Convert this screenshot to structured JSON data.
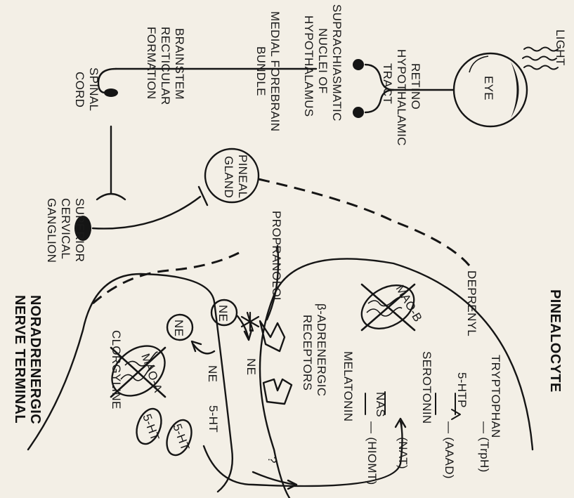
{
  "labels": {
    "light": "LIGHT",
    "eye": "EYE",
    "retino_1": "RETINO",
    "retino_2": "HYPOTHALAMIC",
    "retino_3": "TRACT",
    "supra_1": "SUPRACHIASMATIC",
    "supra_2": "NUCLEI OF",
    "supra_3": "HYPOTHALAMUS",
    "mfb_1": "MEDIAL FOREBRAIN",
    "mfb_2": "BUNDLE",
    "brainstem_1": "BRAINSTEM",
    "brainstem_2": "RECTICULAR",
    "brainstem_3": "FORMATION",
    "spinal_1": "SPINAL",
    "spinal_2": "CORD",
    "pineal_1": "PINEAL",
    "pineal_2": "GLAND",
    "scg_1": "SUPERIOR",
    "scg_2": "CERVICAL",
    "scg_3": "GANGLION",
    "propranolol": "PROPRANOLOL",
    "beta_1": "β-ADRENERGIC",
    "beta_2": "RECEPTORS",
    "deprenyl": "DEPRENYL",
    "mao_b": "MAO-B",
    "pinealocyte": "PINEALOCYTE",
    "tryptophan": "TRYPTOPHAN",
    "trph": "— (TrpH)",
    "htp": "5-HTP",
    "aaad": "— (AAAD)",
    "serotonin": "SEROTONIN",
    "nat": "— (NAT)",
    "nas": "NAS",
    "hiomt": "— (HIOMT)",
    "melatonin": "MELATONIN",
    "ne_a": "NE",
    "ne_b": "NE",
    "ne_c": "NE",
    "ne_d": "NE",
    "ht_a": "5-HT",
    "ht_b": "5-HT",
    "ht_c": "5-HT",
    "mao_a": "MAO-A",
    "clorgyline": "CLORGYLINE",
    "question": "?",
    "nora_1": "NORADRENERGIC",
    "nora_2": "NERVE TERMINAL"
  },
  "icons": {
    "light_waves": "light-waves-icon",
    "asterisk": "blockade-asterisk-icon"
  }
}
